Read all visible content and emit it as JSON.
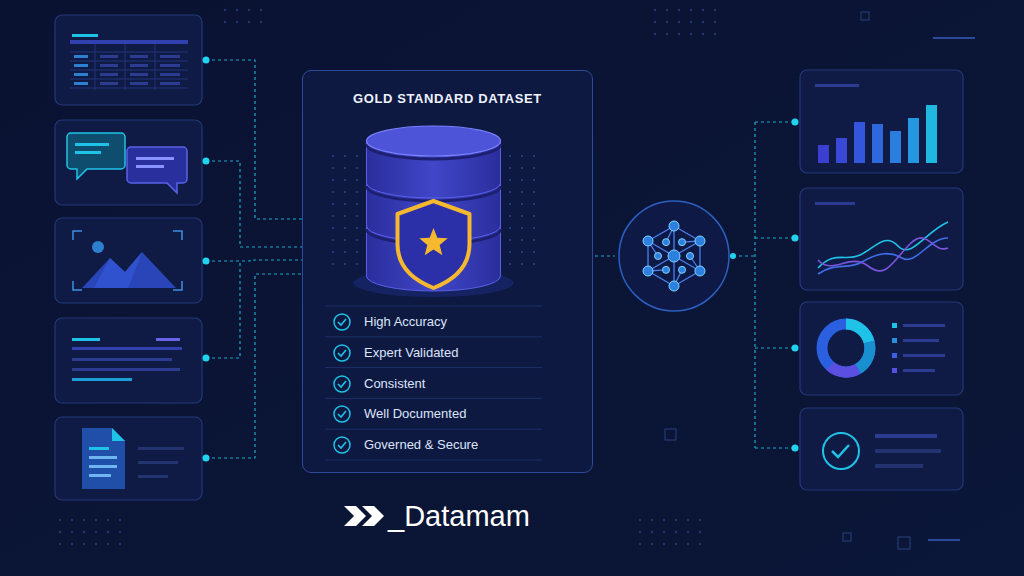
{
  "diagram": {
    "nodes": [
      {
        "text": [
          "GOLD STANDARD DATASET",
          "High Accuracy",
          "Expert Validated",
          "Consistent",
          "Well Documented",
          "Governed & Secure"
        ]
      }
    ],
    "labels": [
      "_Datamam"
    ]
  }
}
